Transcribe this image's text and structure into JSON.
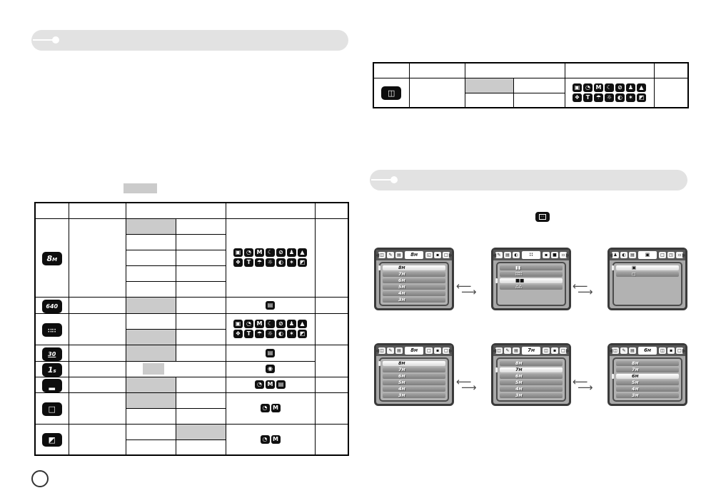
{
  "colors": {
    "pill": "#e2e2e2",
    "cell_highlight": "#cbcbcb",
    "icon_bg": "#101010",
    "screen_border": "#3a3a3a",
    "screen_topbar": "#575757",
    "screen_body": "#a8a8a8",
    "menu_bar_selected": "#f4f4f4",
    "table_border": "#000000"
  },
  "glyphs": {
    "nav_left": "◀",
    "nav_right": "▶",
    "swap_left": "⟵",
    "swap_right": "⟶",
    "fn_button": "◦◦"
  },
  "mode_icons": [
    {
      "name": "auto-mode-icon",
      "glyph": "▣"
    },
    {
      "name": "program-mode-icon",
      "glyph": "◔"
    },
    {
      "name": "manual-mode-icon",
      "glyph": "M"
    },
    {
      "name": "night-mode-icon",
      "glyph": "☾"
    },
    {
      "name": "asr-mode-icon",
      "glyph": "⊘"
    },
    {
      "name": "portrait-mode-icon",
      "glyph": "♟"
    },
    {
      "name": "landscape-mode-icon",
      "glyph": "▲"
    },
    {
      "name": "closeup-mode-icon",
      "glyph": "❖"
    },
    {
      "name": "text-mode-icon",
      "glyph": "T"
    },
    {
      "name": "sunset-mode-icon",
      "glyph": "☂"
    },
    {
      "name": "dawn-mode-icon",
      "glyph": "☼"
    },
    {
      "name": "backlight-mode-icon",
      "glyph": "◐"
    },
    {
      "name": "fireworks-mode-icon",
      "glyph": "✶"
    },
    {
      "name": "beach-snow-mode-icon",
      "glyph": "◩"
    }
  ],
  "movie_icons": [
    {
      "name": "movie-mode-icon",
      "glyph": "▤"
    }
  ],
  "voice_icons": [
    {
      "name": "voice-recording-icon",
      "glyph": "◉"
    }
  ],
  "pm_icons": [
    {
      "name": "program-mode-icon",
      "glyph": "◔"
    },
    {
      "name": "manual-mode-icon",
      "glyph": "M"
    }
  ],
  "pmv_icons": [
    {
      "name": "program-mode-icon",
      "glyph": "◔"
    },
    {
      "name": "manual-mode-icon",
      "glyph": "M"
    },
    {
      "name": "movie-mode-icon",
      "glyph": "▤"
    }
  ],
  "left_table": {
    "row_icons": {
      "size8m": {
        "main": "8",
        "sub": "M"
      },
      "size640": {
        "main": "640",
        "sub": ""
      },
      "quality": {
        "main": "∷∷",
        "sub": ""
      },
      "framerate": {
        "main": "30",
        "sub": ""
      },
      "interval": {
        "main": "1",
        "sub": "s"
      },
      "metering_multi": {
        "main": "▂",
        "sub": ""
      },
      "metering_spot": {
        "main": "□",
        "sub": ""
      },
      "sharpness": {
        "main": "◩",
        "sub": ""
      }
    }
  },
  "right_table": {
    "row_icon": {
      "main": "◫",
      "sub": ""
    }
  },
  "screens": [
    {
      "topbar_left": [
        "◫",
        "✎",
        "▤"
      ],
      "center": {
        "n": "8",
        "s": "M"
      },
      "topbar_right": [
        "◱",
        "▪",
        "□"
      ],
      "menu": [
        {
          "g": "8",
          "s": "M",
          "sel": true
        },
        {
          "g": "7",
          "s": "M"
        },
        {
          "g": "6",
          "s": "M"
        },
        {
          "g": "5",
          "s": "M"
        },
        {
          "g": "4",
          "s": "M"
        },
        {
          "g": "3",
          "s": "M"
        }
      ]
    },
    {
      "topbar_left": [
        "✎",
        "▤",
        "◐"
      ],
      "center": {
        "n": "∷",
        "s": ""
      },
      "topbar_right": [
        "▪",
        "■",
        "▫"
      ],
      "menu": [
        {
          "g": "▮▮"
        },
        {
          "g": "∷∷"
        },
        {
          "g": "■■",
          "sel": true
        },
        {
          "g": "∴∴"
        }
      ]
    },
    {
      "topbar_left": [
        "♟",
        "◐",
        "▤"
      ],
      "center": {
        "n": "▣",
        "s": ""
      },
      "topbar_right": [
        "□",
        "◳",
        "▫"
      ],
      "menu": [
        {
          "g": "▣",
          "sel": true
        },
        {
          "g": "◻"
        }
      ]
    },
    {
      "topbar_left": [
        "◫",
        "✎",
        "▤"
      ],
      "center": {
        "n": "8",
        "s": "M"
      },
      "topbar_right": [
        "□",
        "▪",
        "□"
      ],
      "menu": [
        {
          "g": "8",
          "s": "M",
          "sel": true
        },
        {
          "g": "7",
          "s": "M"
        },
        {
          "g": "6",
          "s": "M"
        },
        {
          "g": "5",
          "s": "M"
        },
        {
          "g": "4",
          "s": "M"
        },
        {
          "g": "3",
          "s": "M"
        }
      ]
    },
    {
      "topbar_left": [
        "◫",
        "✎",
        "▤"
      ],
      "center": {
        "n": "7",
        "s": "M"
      },
      "topbar_right": [
        "◫",
        "▪",
        "□"
      ],
      "menu": [
        {
          "g": "8",
          "s": "M"
        },
        {
          "g": "7",
          "s": "M",
          "sel": true
        },
        {
          "g": "6",
          "s": "M"
        },
        {
          "g": "5",
          "s": "M"
        },
        {
          "g": "4",
          "s": "M"
        },
        {
          "g": "3",
          "s": "M"
        }
      ]
    },
    {
      "topbar_left": [
        "◫",
        "✎",
        "▤"
      ],
      "center": {
        "n": "6",
        "s": "M"
      },
      "topbar_right": [
        "◫",
        "▪",
        "□"
      ],
      "menu": [
        {
          "g": "8",
          "s": "M"
        },
        {
          "g": "7",
          "s": "M"
        },
        {
          "g": "6",
          "s": "M",
          "sel": true
        },
        {
          "g": "5",
          "s": "M"
        },
        {
          "g": "4",
          "s": "M"
        },
        {
          "g": "3",
          "s": "M"
        }
      ]
    }
  ]
}
